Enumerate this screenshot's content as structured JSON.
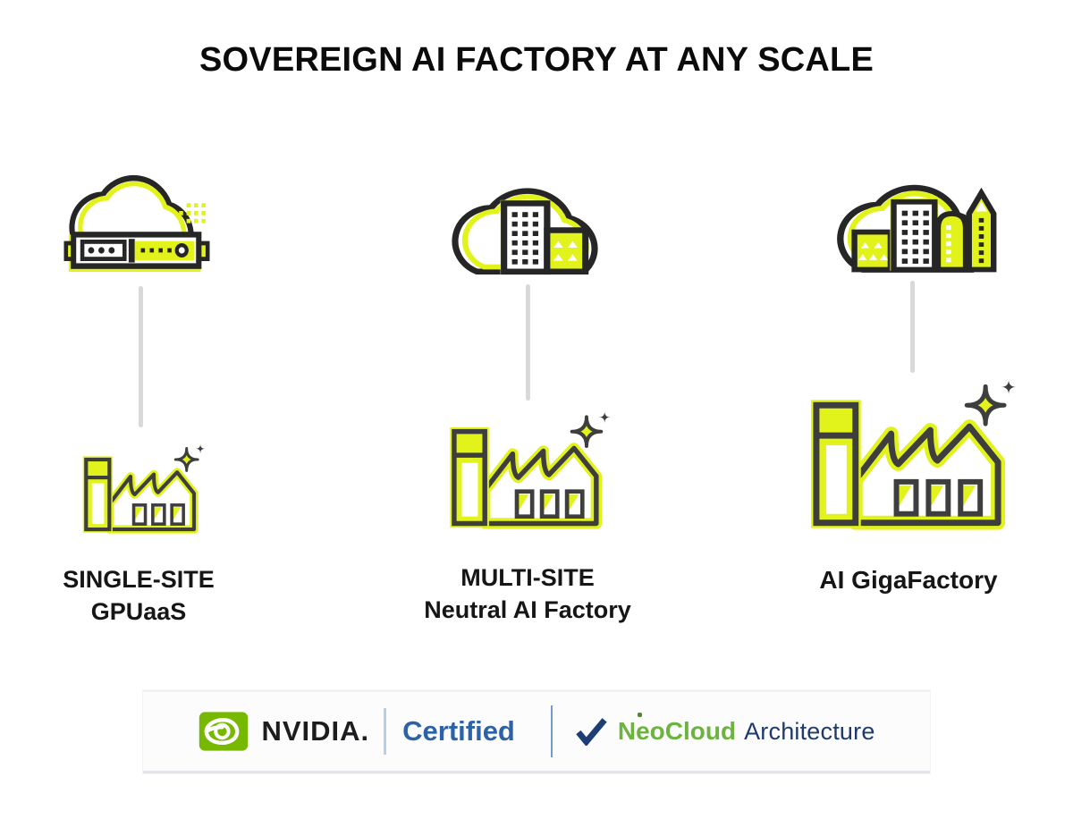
{
  "title": "SOVEREIGN AI FACTORY AT ANY SCALE",
  "columns": [
    {
      "cloud_icon": "cloud-server-icon",
      "factory_icon": "factory-small-icon",
      "connector": "vertical-line",
      "label_line1": "SINGLE-SITE",
      "label_line2": "GPUaaS"
    },
    {
      "cloud_icon": "cloud-buildings-icon",
      "factory_icon": "factory-medium-icon",
      "connector": "vertical-line",
      "label_line1": "MULTI-SITE",
      "label_line2": "Neutral AI Factory"
    },
    {
      "cloud_icon": "cloud-city-skyline-icon",
      "factory_icon": "factory-large-icon",
      "connector": "vertical-line",
      "label_line1": "AI GigaFactory",
      "label_line2": ""
    }
  ],
  "banner": {
    "nvidia_logo": "nvidia-eye-icon",
    "nvidia_wordmark": "NVIDIA.",
    "certified_label": "Certified",
    "check_icon": "checkmark-icon",
    "neocloud_label": "NeoCloud",
    "architecture_label": "Architecture"
  },
  "colors": {
    "lime": "#e2f21b",
    "cloud_outline": "#262626",
    "factory_outline": "#3e3e3e",
    "connector_gray": "#d9d9d9",
    "nvidia_green": "#76b900",
    "certified_blue": "#2d62a8",
    "neocloud_green": "#6cb33f",
    "architecture_navy": "#1e3a6e",
    "checkmark_navy": "#1d3e75"
  }
}
